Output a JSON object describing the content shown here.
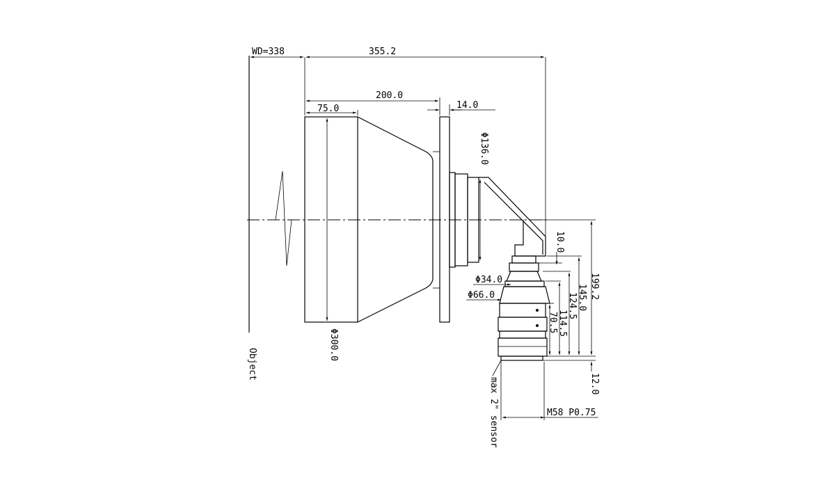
{
  "drawing": {
    "dimensions": {
      "working_distance": "WD=338",
      "total_length": "355.2",
      "length_200": "200.0",
      "front_length": "75.0",
      "flange_thickness": "14.0",
      "front_diameter": "Φ300.0",
      "body_diameter": "Φ136.0",
      "dim_10": "10.0",
      "dim_34": "Φ34.0",
      "dim_66": "Φ66.0",
      "dim_199": "199.2",
      "dim_145": "145.0",
      "dim_124": "124.5",
      "dim_114": "114.5",
      "dim_70": "70.5",
      "dim_12": "12.0",
      "mount_thread": "M58 P0.75"
    },
    "labels": {
      "object": "Object",
      "sensor": "max 2\" sensor"
    }
  }
}
